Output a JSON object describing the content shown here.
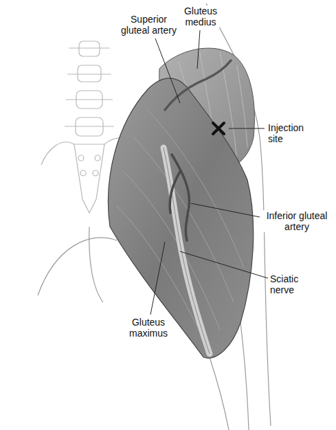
{
  "diagram": {
    "labels": [
      "Superior gluteal artery",
      "Gluteus medius",
      "Injection site",
      "Inferior gluteal artery",
      "Sciatic nerve",
      "Gluteus maximus"
    ]
  }
}
